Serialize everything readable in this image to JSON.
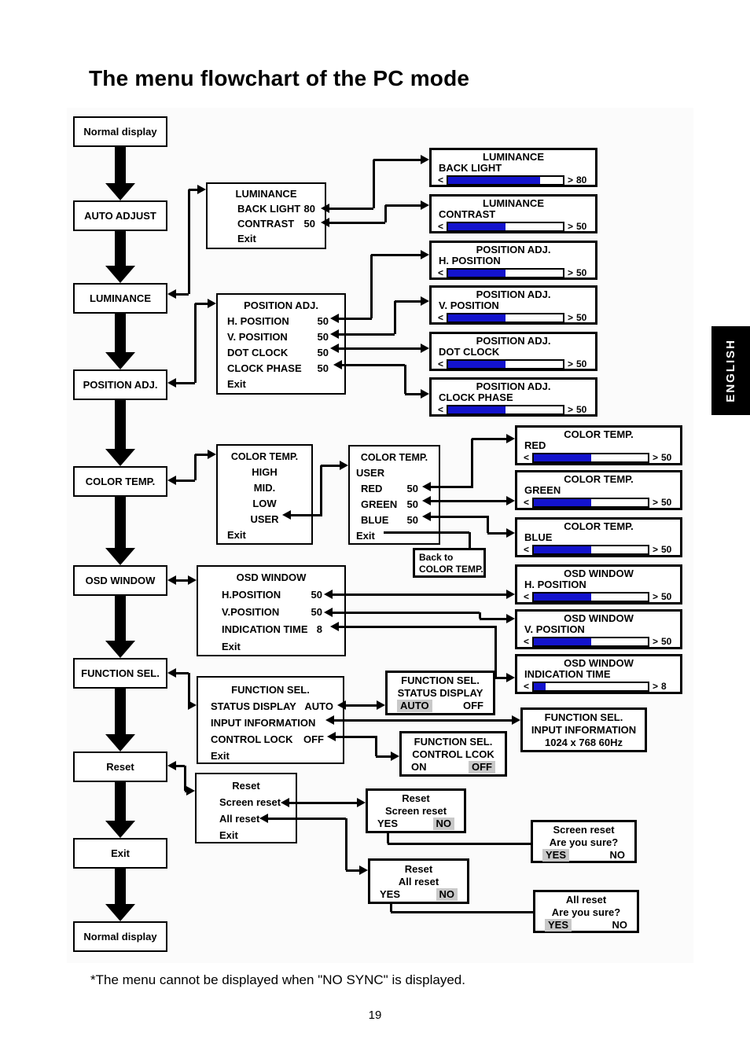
{
  "page": {
    "title": "The menu flowchart of the PC mode",
    "footnote": "*The menu cannot be displayed when \"NO SYNC\" is displayed.",
    "page_number": "19",
    "language_tab": "ENGLISH"
  },
  "colors": {
    "slider_fill": "#1313cd",
    "highlight": "#c9c9c9"
  },
  "glyphs": {
    "dec": "<",
    "inc": ">"
  },
  "flow": {
    "steps": [
      "Normal display",
      "AUTO ADJUST",
      "LUMINANCE",
      "POSITION ADJ.",
      "COLOR TEMP.",
      "OSD WINDOW",
      "FUNCTION SEL.",
      "Reset",
      "Exit",
      "Normal display"
    ]
  },
  "menus": {
    "luminance": {
      "title": "LUMINANCE",
      "items": [
        {
          "label": "BACK LIGHT",
          "value": "80"
        },
        {
          "label": "CONTRAST",
          "value": "50"
        }
      ],
      "exit": "Exit"
    },
    "position_adj": {
      "title": "POSITION ADJ.",
      "items": [
        {
          "label": "H. POSITION",
          "value": "50"
        },
        {
          "label": "V. POSITION",
          "value": "50"
        },
        {
          "label": "DOT CLOCK",
          "value": "50"
        },
        {
          "label": "CLOCK PHASE",
          "value": "50"
        }
      ],
      "exit": "Exit"
    },
    "color_temp": {
      "title": "COLOR TEMP.",
      "options": [
        "HIGH",
        "MID.",
        "LOW",
        "USER"
      ],
      "exit": "Exit"
    },
    "color_temp_user": {
      "title": "COLOR TEMP.",
      "subtitle": "USER",
      "items": [
        {
          "label": "RED",
          "value": "50"
        },
        {
          "label": "GREEN",
          "value": "50"
        },
        {
          "label": "BLUE",
          "value": "50"
        }
      ],
      "exit": "Exit"
    },
    "back_to_color_temp": {
      "line1": "Back to",
      "line2": "COLOR TEMP."
    },
    "osd_window": {
      "title": "OSD WINDOW",
      "items": [
        {
          "label": "H.POSITION",
          "value": "50"
        },
        {
          "label": "V.POSITION",
          "value": "50"
        },
        {
          "label": "INDICATION TIME",
          "value": "8"
        }
      ],
      "exit": "Exit"
    },
    "function_sel": {
      "title": "FUNCTION SEL.",
      "items": [
        {
          "label": "STATUS DISPLAY",
          "value": "AUTO"
        },
        {
          "label": "INPUT INFORMATION",
          "value": ""
        },
        {
          "label": "CONTROL LOCK",
          "value": "OFF"
        }
      ],
      "exit": "Exit"
    },
    "reset": {
      "title": "Reset",
      "items": [
        "Screen reset",
        "All reset"
      ],
      "exit": "Exit"
    }
  },
  "screens": [
    {
      "group": "LUMINANCE",
      "param": "BACK LIGHT",
      "value": "80",
      "fill_pct": 80
    },
    {
      "group": "LUMINANCE",
      "param": "CONTRAST",
      "value": "50",
      "fill_pct": 50
    },
    {
      "group": "POSITION ADJ.",
      "param": "H. POSITION",
      "value": "50",
      "fill_pct": 50
    },
    {
      "group": "POSITION ADJ.",
      "param": "V. POSITION",
      "value": "50",
      "fill_pct": 50
    },
    {
      "group": "POSITION ADJ.",
      "param": "DOT CLOCK",
      "value": "50",
      "fill_pct": 50
    },
    {
      "group": "POSITION ADJ.",
      "param": "CLOCK PHASE",
      "value": "50",
      "fill_pct": 50
    },
    {
      "group": "COLOR TEMP.",
      "param": "RED",
      "value": "50",
      "fill_pct": 50
    },
    {
      "group": "COLOR TEMP.",
      "param": "GREEN",
      "value": "50",
      "fill_pct": 50
    },
    {
      "group": "COLOR TEMP.",
      "param": "BLUE",
      "value": "50",
      "fill_pct": 50
    },
    {
      "group": "OSD WINDOW",
      "param": "H. POSITION",
      "value": "50",
      "fill_pct": 50
    },
    {
      "group": "OSD WINDOW",
      "param": "V. POSITION",
      "value": "50",
      "fill_pct": 50
    },
    {
      "group": "OSD WINDOW",
      "param": "INDICATION TIME",
      "value": "8",
      "fill_pct": 10
    }
  ],
  "dialogs": {
    "status_display": {
      "title": "FUNCTION SEL.",
      "subtitle": "STATUS DISPLAY",
      "options": [
        "AUTO",
        "OFF"
      ],
      "selected": "AUTO"
    },
    "input_information": {
      "title": "FUNCTION SEL.",
      "subtitle": "INPUT INFORMATION",
      "value": "1024 x 768 60Hz"
    },
    "control_lock": {
      "title": "FUNCTION SEL.",
      "subtitle": "CONTROL LCOK",
      "options": [
        "ON",
        "OFF"
      ],
      "selected": "OFF"
    },
    "reset_screen": {
      "title": "Reset",
      "subtitle": "Screen reset",
      "options": [
        "YES",
        "NO"
      ],
      "selected": "NO"
    },
    "reset_all": {
      "title": "Reset",
      "subtitle": "All reset",
      "options": [
        "YES",
        "NO"
      ],
      "selected": "NO"
    },
    "screen_reset_confirm": {
      "title": "Screen reset",
      "subtitle": "Are you sure?",
      "options": [
        "YES",
        "NO"
      ],
      "selected": "YES"
    },
    "all_reset_confirm": {
      "title": "All reset",
      "subtitle": "Are you sure?",
      "options": [
        "YES",
        "NO"
      ],
      "selected": "YES"
    }
  }
}
